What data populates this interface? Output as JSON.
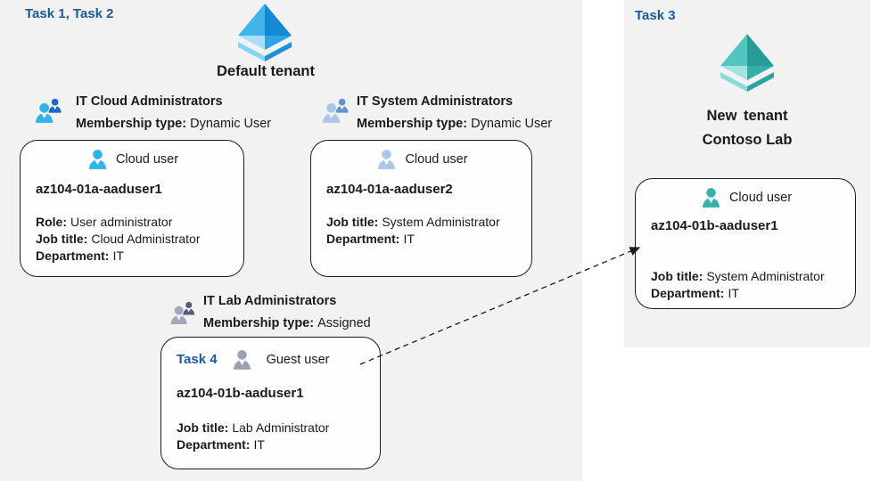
{
  "left_panel": {
    "task_label": "Task 1, Task 2",
    "tenant_name": "Default tenant"
  },
  "right_panel": {
    "task_label": "Task 3",
    "tenant_name_line1": "New tenant",
    "tenant_name_line2": "Contoso Lab"
  },
  "groups": [
    {
      "name": "IT Cloud Administrators",
      "membership_label": "Membership type:",
      "membership_value": "Dynamic User"
    },
    {
      "name": "IT System Administrators",
      "membership_label": "Membership type:",
      "membership_value": "Dynamic User"
    },
    {
      "name": "IT Lab Administrators",
      "membership_label": "Membership type:",
      "membership_value": "Assigned"
    }
  ],
  "cards": [
    {
      "user_type": "Cloud user",
      "username": "az104-01a-aaduser1",
      "fields": [
        {
          "label": "Role:",
          "value": "User administrator"
        },
        {
          "label": "Job title:",
          "value": "Cloud Administrator"
        },
        {
          "label": "Department:",
          "value": "IT"
        }
      ]
    },
    {
      "user_type": "Cloud user",
      "username": "az104-01a-aaduser2",
      "fields": [
        {
          "label": "Job title:",
          "value": "System Administrator"
        },
        {
          "label": "Department:",
          "value": "IT"
        }
      ]
    },
    {
      "task_label": "Task 4",
      "user_type": "Guest user",
      "username": "az104-01b-aaduser1",
      "fields": [
        {
          "label": "Job title:",
          "value": "Lab Administrator"
        },
        {
          "label": "Department:",
          "value": "IT"
        }
      ]
    },
    {
      "user_type": "Cloud user",
      "username": "az104-01b-aaduser1",
      "fields": [
        {
          "label": "Job title:",
          "value": "System Administrator"
        },
        {
          "label": "Department:",
          "value": "IT"
        }
      ]
    }
  ],
  "colors": {
    "task_label": "#1b5a9b",
    "panel_bg": "#f2f2f3",
    "arrow": "#1a1a1a",
    "tenant_blue": {
      "upper_left": "#41b4ea",
      "upper_right": "#1489d8",
      "lower_left": "#a8e0f9",
      "lower_right": "#2da2e4",
      "rim_left": "#86d3f4",
      "rim_right": "#1e8fd8"
    },
    "tenant_teal": {
      "upper_left": "#4fc6c0",
      "upper_right": "#269c96",
      "lower_left": "#a6e4e0",
      "lower_right": "#35afa8",
      "rim_left": "#8adbd5",
      "rim_right": "#2aa49e"
    },
    "group_icons": [
      {
        "front": "#31b2e8",
        "back": "#1a67c5"
      },
      {
        "front": "#a9c8e9",
        "back": "#6592cd"
      },
      {
        "front": "#a2a7bd",
        "back": "#565c78"
      }
    ],
    "user_icons": [
      "#31b2e8",
      "#a9c8e9",
      "#9ba0b5",
      "#38b2ac"
    ]
  }
}
